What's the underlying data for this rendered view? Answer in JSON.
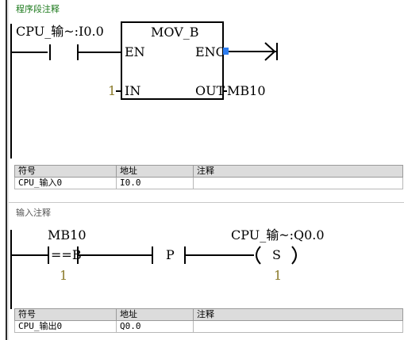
{
  "network1": {
    "title": "程序段注释",
    "contact_label": "CPU_输~:I0.0",
    "block_name": "MOV_B",
    "pin_en": "EN",
    "pin_eno": "ENO",
    "pin_in": "IN",
    "pin_out": "OUT",
    "in_value": "1",
    "out_value": "MB10",
    "table": {
      "headers": [
        "符号",
        "地址",
        "注释"
      ],
      "rows": [
        [
          "CPU_输入0",
          "I0.0",
          ""
        ]
      ]
    }
  },
  "network2": {
    "title": "输入注释",
    "compare_label": "MB10",
    "compare_op": "==B",
    "compare_value": "1",
    "edge_label": "P",
    "coil_label": "CPU_输~:Q0.0",
    "coil_op": "S",
    "coil_value": "1",
    "table": {
      "headers": [
        "符号",
        "地址",
        "注释"
      ],
      "rows": [
        [
          "CPU_输出0",
          "Q0.0",
          ""
        ]
      ]
    }
  },
  "colors": {
    "title_green": "#1c7a1c",
    "number_olive": "#8a7a2a",
    "eno_marker": "#2d7df0"
  }
}
